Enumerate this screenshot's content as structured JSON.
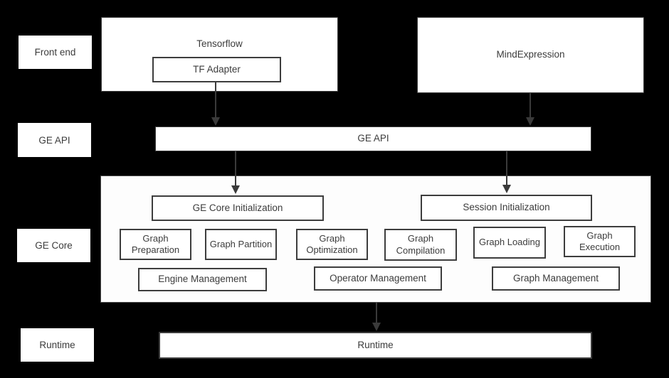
{
  "diagram": {
    "colors": {
      "background": "#000000",
      "box_fill": "#ffffff",
      "box_border": "#3d3d3d",
      "text": "#3c3c3c",
      "arrow": "#3a3a3a"
    },
    "row_labels": {
      "front_end": "Front end",
      "ge_api": "GE API",
      "ge_core": "GE Core",
      "runtime": "Runtime"
    },
    "front_end": {
      "tensorflow_label": "Tensorflow",
      "tf_adapter_label": "TF Adapter",
      "mindexpression_label": "MindExpression"
    },
    "ge_api": {
      "label": "GE API"
    },
    "ge_core": {
      "ge_core_init_label": "GE Core Initialization",
      "session_init_label": "Session Initialization",
      "modules": [
        "Graph Preparation",
        "Graph Partition",
        "Graph Optimization",
        "Graph Compilation",
        "Graph Loading",
        "Graph Execution"
      ],
      "management": [
        "Engine Management",
        "Operator Management",
        "Graph Management"
      ]
    },
    "runtime": {
      "label": "Runtime"
    }
  }
}
